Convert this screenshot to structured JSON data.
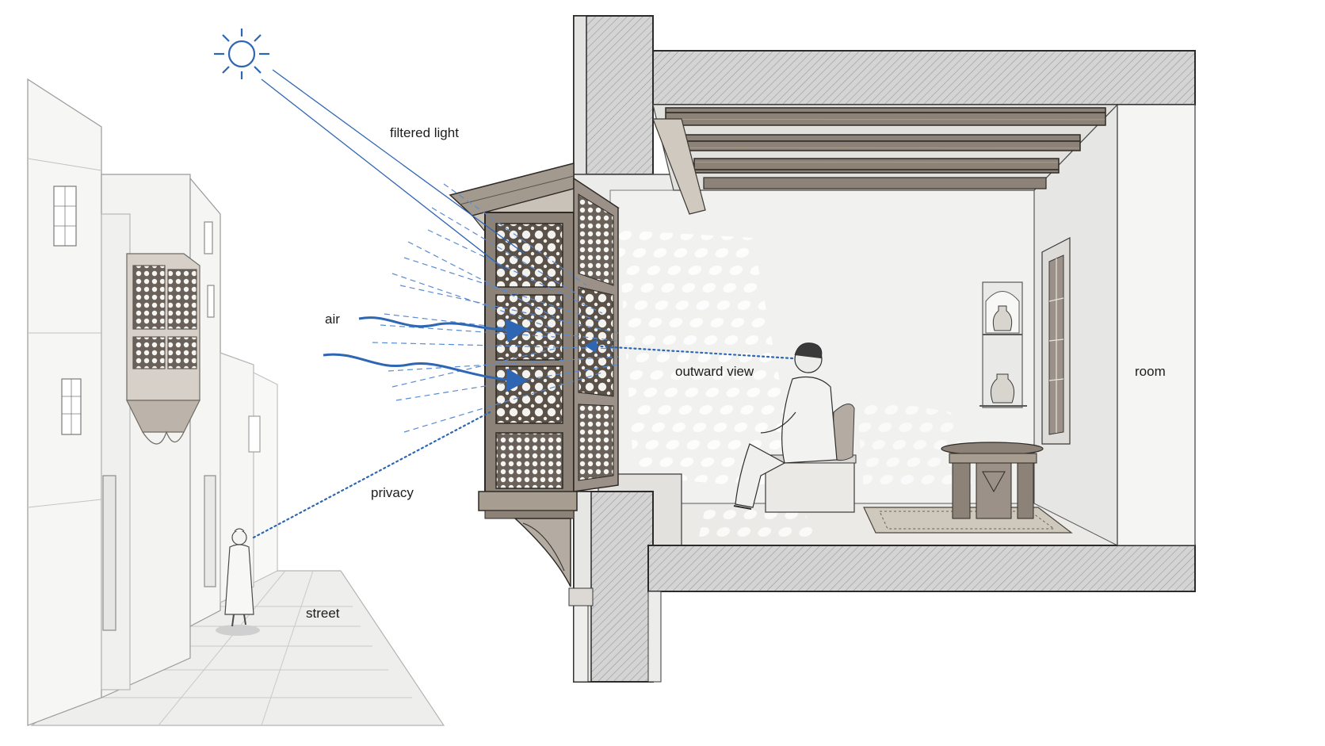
{
  "labels": {
    "filtered_light": "filtered light",
    "air": "air",
    "privacy": "privacy",
    "street": "street",
    "outward_view": "outward view",
    "room": "room"
  },
  "colors": {
    "accent": "#2f66b3",
    "ink": "#3a3a3a",
    "paper": "#ffffff",
    "wall_fill": "#d9d9d9",
    "light_wall": "#f1f1ef"
  },
  "icons": [
    "sun-icon",
    "air-flow-arrows",
    "light-ray-lines",
    "privacy-sightline",
    "view-sightline"
  ]
}
